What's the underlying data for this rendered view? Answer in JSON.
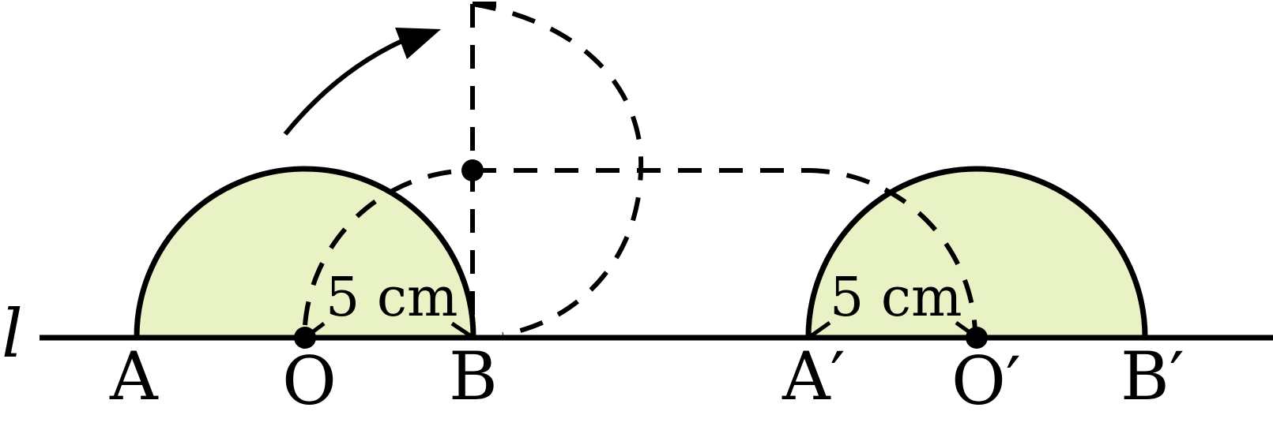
{
  "labels": {
    "line": "l",
    "A": "A",
    "O": "O",
    "B": "B",
    "A_prime": "A′",
    "O_prime": "O′",
    "B_prime": "B′"
  },
  "measurements": {
    "left_radius": "5 cm",
    "right_radius": "5 cm"
  },
  "colors": {
    "semicircle_fill": "#e8f2c4",
    "stroke": "#000000"
  }
}
